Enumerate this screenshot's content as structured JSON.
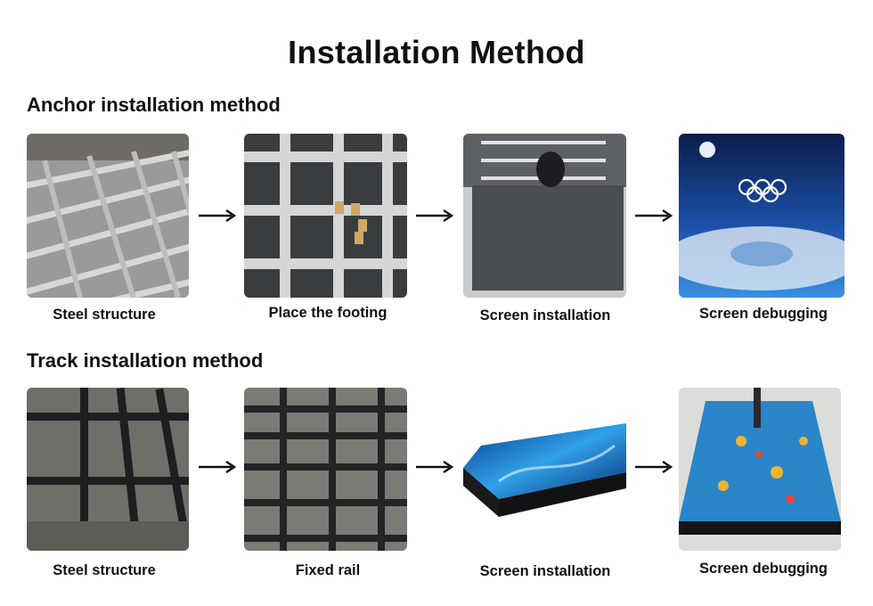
{
  "title": "Installation Method",
  "sections": [
    {
      "heading": "Anchor installation method",
      "steps": [
        {
          "label": "Steel structure"
        },
        {
          "label": "Place the footing"
        },
        {
          "label": "Screen installation"
        },
        {
          "label": "Screen debugging"
        }
      ]
    },
    {
      "heading": "Track installation method",
      "steps": [
        {
          "label": "Steel structure"
        },
        {
          "label": "Fixed rail"
        },
        {
          "label": "Screen installation"
        },
        {
          "label": "Screen debugging"
        }
      ]
    }
  ]
}
